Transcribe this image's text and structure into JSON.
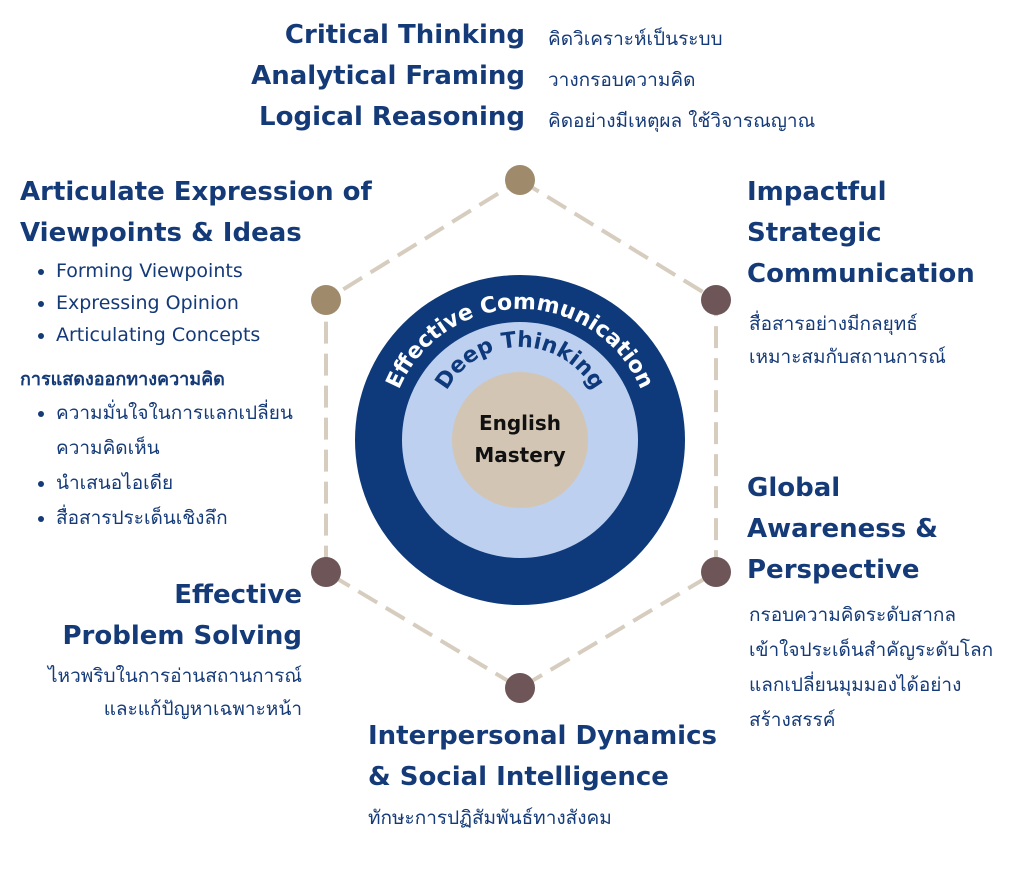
{
  "top": {
    "items": [
      {
        "en": "Critical Thinking",
        "th": "คิดวิเคราะห์เป็นระบบ"
      },
      {
        "en": "Analytical Framing",
        "th": "วางกรอบความคิด"
      },
      {
        "en": "Logical Reasoning",
        "th": "คิดอย่างมีเหตุผล ใช้วิจารณญาณ"
      }
    ]
  },
  "upper_left": {
    "title_1": "Articulate Expression of",
    "title_2": "Viewpoints & Ideas",
    "bullets": [
      "Forming Viewpoints",
      "Expressing Opinion",
      "Articulating Concepts"
    ],
    "th_title": "การแสดงออกทางความคิด",
    "th_bullets": [
      "ความมั่นใจในการแลกเปลี่ยน ความคิดเห็น",
      "นำเสนอไอเดีย",
      "สื่อสารประเด็นเชิงลึก"
    ]
  },
  "upper_right": {
    "title_1": "Impactful",
    "title_2": "Strategic",
    "title_3": "Communication",
    "th_1": "สื่อสารอย่างมีกลยุทธ์",
    "th_2": "เหมาะสมกับสถานการณ์"
  },
  "lower_left": {
    "title_1": "Effective",
    "title_2": "Problem Solving",
    "th_1": "ไหวพริบในการอ่านสถานการณ์",
    "th_2": "และแก้ปัญหาเฉพาะหน้า"
  },
  "lower_right": {
    "title_1": "Global",
    "title_2": "Awareness &",
    "title_3": "Perspective",
    "th_1": "กรอบความคิดระดับสากล",
    "th_2": "เข้าใจประเด็นสำคัญระดับโลก",
    "th_3": "แลกเปลี่ยนมุมมองได้อย่าง",
    "th_4": "สร้างสรรค์"
  },
  "bottom": {
    "title_1": "Interpersonal Dynamics",
    "title_2": "& Social Intelligence",
    "th": "ทักษะการปฏิสัมพันธ์ทางสังคม"
  },
  "center": {
    "outer": "Effective Communication",
    "middle": "Deep Thinking",
    "inner_1": "English",
    "inner_2": "Mastery"
  },
  "colors": {
    "navy": "#0e3a7c",
    "light_blue": "#bdd0ef",
    "beige": "#d3c5b3",
    "tan": "#a08a6c",
    "mauve": "#6e5558",
    "dash": "#d6cdbf",
    "text": "#153a78"
  }
}
